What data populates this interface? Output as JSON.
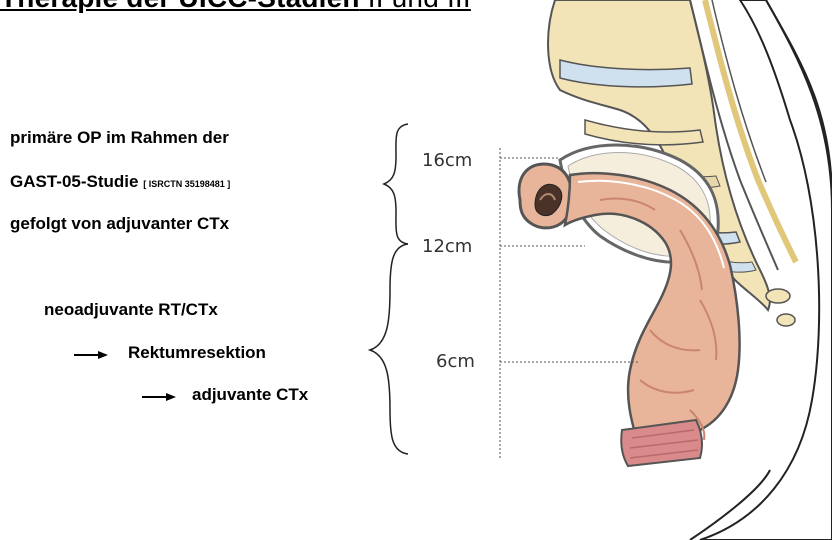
{
  "title": {
    "main": "Therapie der UICC-Stadien",
    "rest": " II und III"
  },
  "upper_group": {
    "line1": "primäre OP im Rahmen der",
    "line2_main": "GAST-05-Studie",
    "line2_ref": "[ ISRCTN 35198481 ]",
    "line3": "gefolgt von adjuvanter CTx"
  },
  "lower_group": {
    "line1": "neoadjuvante RT/CTx",
    "line2": "Rektumresektion",
    "line3": "adjuvante CTx"
  },
  "markers": {
    "m16": "16cm",
    "m12": "12cm",
    "m6": "6cm"
  },
  "colors": {
    "bone": "#f3e4b8",
    "disc": "#cfe0ee",
    "colon": "#e9b59a",
    "colon_dark": "#c98570",
    "sphincter": "#d98a8a",
    "sacrum_outline": "#555555"
  }
}
